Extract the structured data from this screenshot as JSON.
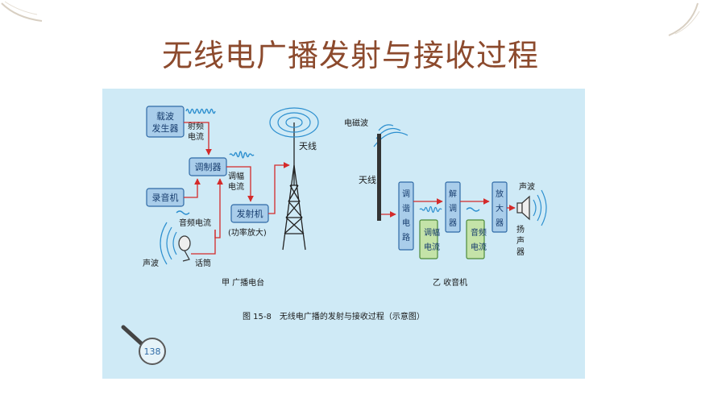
{
  "slide": {
    "title": "无线电广播发射与接收过程"
  },
  "figure": {
    "page_number": "138",
    "caption": "图 15-8　无线电广播的发射与接收过程（示意图）",
    "station": {
      "label": "甲 广播电台",
      "boxes": {
        "carrier_generator": [
          "载波",
          "发生器"
        ],
        "modulator": "调制器",
        "recorder": "录音机",
        "transmitter": "发射机"
      },
      "labels": {
        "rf_current": [
          "射频",
          "电流"
        ],
        "am_current": [
          "调幅",
          "电流"
        ],
        "audio_current": "音频电流",
        "power_amp": "(功率放大)",
        "antenna": "天线",
        "sound_wave": "声波",
        "microphone": "话筒"
      }
    },
    "receiver": {
      "label": "乙 收音机",
      "labels": {
        "em_wave": "电磁波",
        "antenna": "天线",
        "sound_wave": "声波",
        "speaker": [
          "扬",
          "声",
          "器"
        ]
      },
      "boxes": {
        "tuning": [
          "调",
          "谐",
          "电",
          "路"
        ],
        "am_current": [
          "调",
          "幅",
          "电",
          "流"
        ],
        "demodulator": [
          "解",
          "调",
          "器"
        ],
        "audio_current": [
          "音",
          "频",
          "电",
          "流"
        ],
        "amplifier": [
          "放",
          "大",
          "器"
        ]
      }
    }
  }
}
